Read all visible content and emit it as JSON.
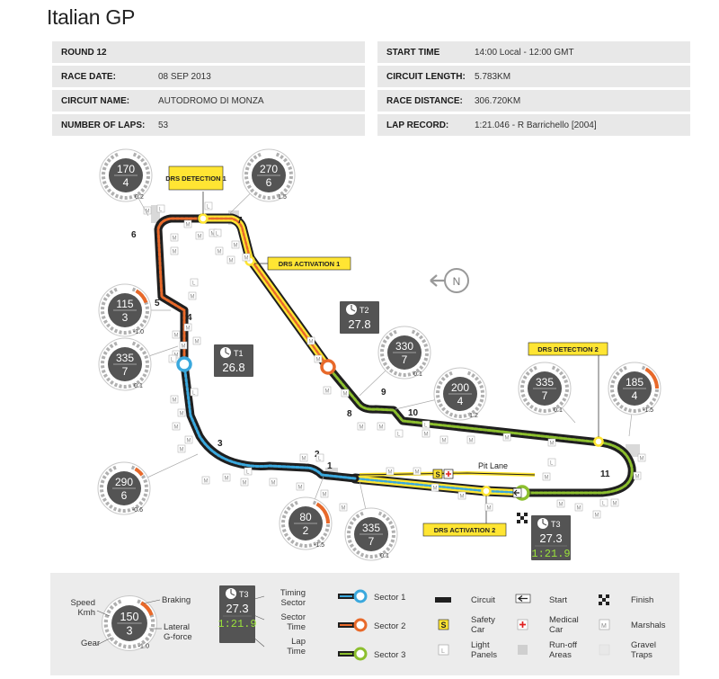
{
  "title": "Italian GP",
  "info_left": [
    {
      "label": "ROUND 12",
      "value": ""
    },
    {
      "label": "RACE DATE:",
      "value": "08 SEP 2013"
    },
    {
      "label": "CIRCUIT NAME:",
      "value": "AUTODROMO DI MONZA"
    },
    {
      "label": "NUMBER OF LAPS:",
      "value": "53"
    }
  ],
  "info_right": [
    {
      "label": "START TIME",
      "value": "14:00 Local - 12:00 GMT"
    },
    {
      "label": "CIRCUIT LENGTH:",
      "value": "5.783KM"
    },
    {
      "label": "RACE DISTANCE:",
      "value": "306.720KM"
    },
    {
      "label": "LAP RECORD:",
      "value": "1:21.046 - R Barrichello [2004]"
    }
  ],
  "drs": {
    "detection_1": "DRS DETECTION 1",
    "activation_1": "DRS ACTIVATION 1",
    "detection_2": "DRS DETECTION 2",
    "activation_2": "DRS ACTIVATION 2"
  },
  "pit_lane": "Pit Lane",
  "compass": "N",
  "turns": [
    "1",
    "2",
    "3",
    "4",
    "5",
    "6",
    "7",
    "8",
    "9",
    "10",
    "11"
  ],
  "gauges": [
    {
      "id": "g1",
      "speed": "170",
      "gear": "4",
      "g": "0.2"
    },
    {
      "id": "g2",
      "speed": "270",
      "gear": "6",
      "g": "1.5"
    },
    {
      "id": "g3",
      "speed": "115",
      "gear": "3",
      "g": "-1.0"
    },
    {
      "id": "g4",
      "speed": "335",
      "gear": "7",
      "g": "0.1"
    },
    {
      "id": "g5",
      "speed": "330",
      "gear": "7",
      "g": "0.1"
    },
    {
      "id": "g6",
      "speed": "200",
      "gear": "4",
      "g": "1.2"
    },
    {
      "id": "g7",
      "speed": "335",
      "gear": "7",
      "g": "0.1"
    },
    {
      "id": "g8",
      "speed": "185",
      "gear": "4",
      "g": "-1.5"
    },
    {
      "id": "g9",
      "speed": "290",
      "gear": "6",
      "g": "-0.6"
    },
    {
      "id": "g10",
      "speed": "80",
      "gear": "2",
      "g": "-1.5"
    },
    {
      "id": "g11",
      "speed": "335",
      "gear": "7",
      "g": "0.1"
    }
  ],
  "sectors": [
    {
      "id": "T1",
      "time": "26.8"
    },
    {
      "id": "T2",
      "time": "27.8"
    },
    {
      "id": "T3",
      "time": "27.3",
      "lap": "1:21.9"
    }
  ],
  "legend": {
    "speed": "Speed\nKmh",
    "gear": "Gear",
    "braking": "Braking",
    "lateral": "Lateral\nG-force",
    "sample": {
      "speed": "150",
      "gear": "3",
      "g": "-1.0"
    },
    "timing_sector": "Timing\nSector",
    "sector_time": "Sector\nTime",
    "lap_time": "Lap\nTime",
    "timing_sample": {
      "id": "T3",
      "time": "27.3",
      "lap": "1:21.9"
    },
    "sector1": "Sector 1",
    "sector2": "Sector 2",
    "sector3": "Sector 3",
    "circuit": "Circuit",
    "safety_car": "Safety\nCar",
    "light_panels": "Light\nPanels",
    "start": "Start",
    "medical_car": "Medical\nCar",
    "runoff": "Run-off\nAreas",
    "finish": "Finish",
    "marshals": "Marshals",
    "gravel": "Gravel\nTraps",
    "s_symbol": "S",
    "m_symbol": "M",
    "l_symbol": "L"
  },
  "colors": {
    "sector1": "#3aa8dd",
    "sector2": "#e8692a",
    "sector3": "#8cbf2e",
    "drs_yellow": "#ffe533",
    "track": "#1f1f1f",
    "gauge_dark": "#545454"
  }
}
